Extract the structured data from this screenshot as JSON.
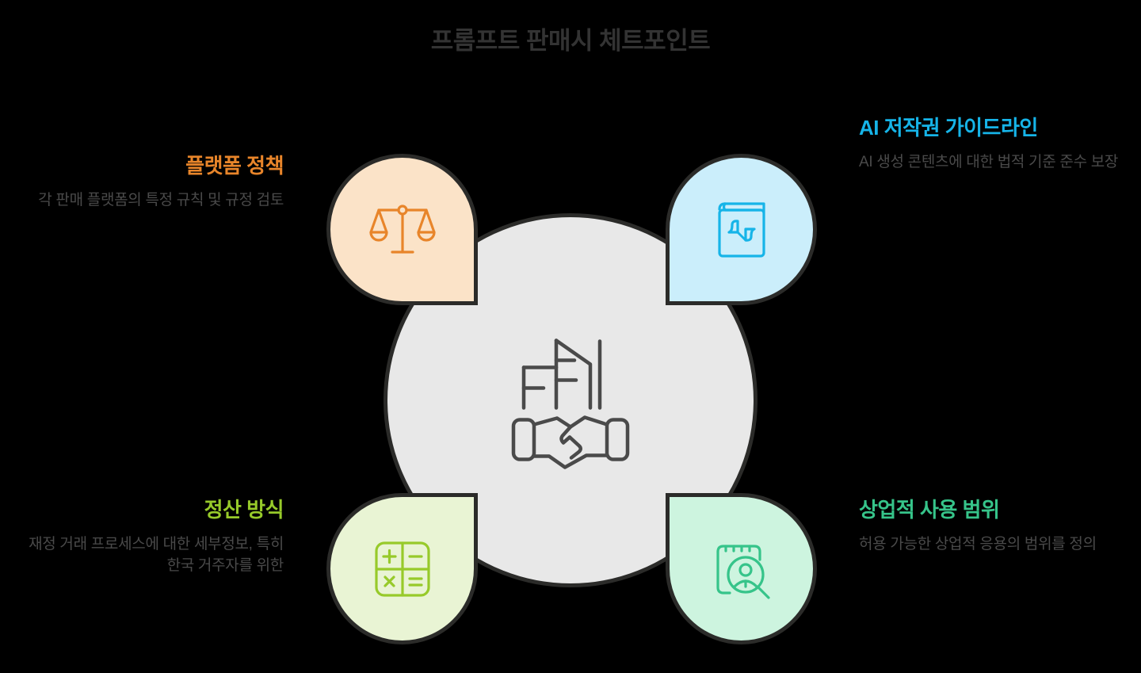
{
  "title": "프롬프트 판매시 체트포인트",
  "center": {
    "icon": "handshake-buildings-icon"
  },
  "colors": {
    "background": "#000000",
    "title_text": "#333333",
    "body_text": "#4a4a4a",
    "hub_fill": "#e8e8e8",
    "outline": "#2b2b29",
    "orange": "#e8852a",
    "blue": "#16b4e8",
    "lime": "#97ca2a",
    "green": "#36c48a"
  },
  "items": [
    {
      "id": "platform-policy",
      "position": "top-left",
      "heading": "플랫폼 정책",
      "body": "각 판매 플랫폼의 특정 규칙 및 규정 검토",
      "icon": "scales-balance-icon",
      "accent": "#e8852a",
      "bubble_fill": "#fbe3c8"
    },
    {
      "id": "ai-copyright-guideline",
      "position": "top-right",
      "heading": "AI 저작권 가이드라인",
      "body": "AI 생성 콘텐츠에 대한 법적 기준 준수 보장",
      "icon": "copyright-book-icon",
      "accent": "#16b4e8",
      "bubble_fill": "#cbeefb"
    },
    {
      "id": "settlement-method",
      "position": "bottom-left",
      "heading": "정산 방식",
      "body": "재정 거래 프로세스에 대한 세부정보, 특히 한국 거주자를 위한",
      "icon": "calculator-icon",
      "accent": "#97ca2a",
      "bubble_fill": "#e9f4d4"
    },
    {
      "id": "commercial-use-scope",
      "position": "bottom-right",
      "heading": "상업적 사용 범위",
      "body": "허용 가능한 상업적 응용의 범위를 정의",
      "icon": "document-person-search-icon",
      "accent": "#36c48a",
      "bubble_fill": "#cdf4df"
    }
  ]
}
